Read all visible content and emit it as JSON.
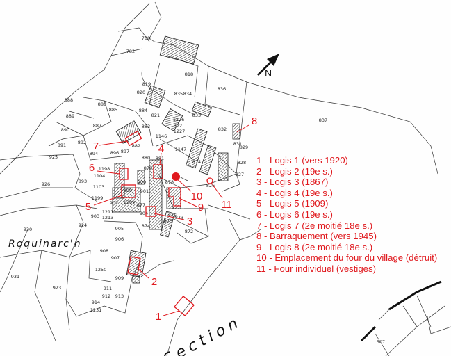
{
  "map": {
    "place_name": "Roquinarc'h",
    "section_text": "Section",
    "north_label": "N",
    "parcels": [
      "788",
      "782",
      "818",
      "819",
      "820",
      "836",
      "837",
      "835",
      "834",
      "833",
      "821",
      "1226",
      "822",
      "1227",
      "832",
      "883",
      "884",
      "886",
      "885",
      "888",
      "889",
      "887",
      "890",
      "892",
      "891",
      "895",
      "882",
      "894",
      "896",
      "897",
      "880",
      "881",
      "879",
      "1146",
      "1147",
      "874",
      "831",
      "829",
      "828",
      "827",
      "826",
      "878",
      "1198",
      "1104",
      "925",
      "926",
      "893",
      "1103",
      "1199",
      "899",
      "900",
      "901",
      "902",
      "1209",
      "877",
      "904",
      "876",
      "875",
      "873",
      "903",
      "1211",
      "1213",
      "924",
      "905",
      "906",
      "874",
      "872",
      "930",
      "908",
      "907",
      "1250",
      "909",
      "931",
      "923",
      "911",
      "912",
      "913",
      "914",
      "1231",
      "507"
    ],
    "markers": [
      "1",
      "2",
      "3",
      "4",
      "5",
      "6",
      "7",
      "8",
      "9",
      "10",
      "11"
    ]
  },
  "legend": [
    "1 - Logis 1 (vers 1920)",
    "2 - Logis 2 (19e s.)",
    "3 - Logis 3 (1867)",
    "4 - Logis 4 (19e s.)",
    "5 - Logis 5 (1909)",
    "6 - Logis 6 (19e s.)",
    "7 - Logis 7 (2e moitié 18e s.)",
    "8 - Barraquement (vers 1945)",
    "9 - Logis 8 (2e moitié 18e s.)",
    "10 - Emplacement du four du village (détruit)",
    "11 - Four individuel (vestiges)"
  ],
  "colors": {
    "accent": "#e0191e",
    "ink": "#222222"
  }
}
